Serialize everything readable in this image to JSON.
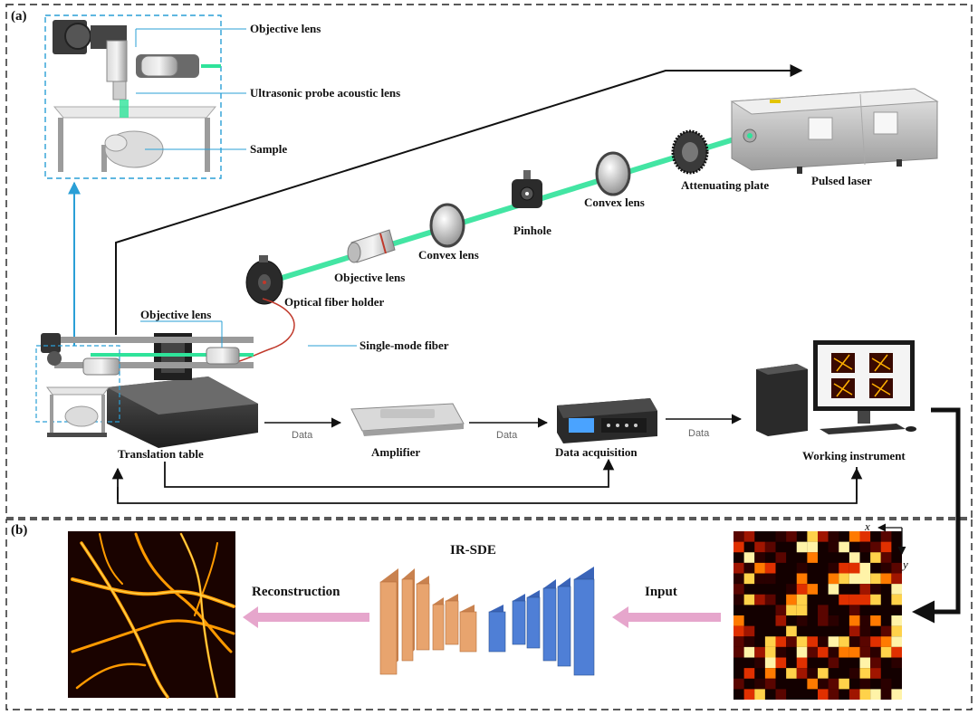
{
  "panels": {
    "a": "(a)",
    "b": "(b)"
  },
  "inset": {
    "objective_lens": "Objective lens",
    "acoustic_lens": "Ultrasonic probe acoustic lens",
    "sample": "Sample"
  },
  "optics": {
    "pulsed_laser": "Pulsed laser",
    "attenuating_plate": "Attenuating plate",
    "convex_lens_right": "Convex lens",
    "pinhole": "Pinhole",
    "convex_lens_left": "Convex lens",
    "objective_lens": "Objective lens",
    "fiber_holder": "Optical fiber holder",
    "single_mode_fiber": "Single-mode fiber",
    "objective_lens_stage": "Objective lens"
  },
  "chain": {
    "translation_table": "Translation table",
    "amplifier": "Amplifier",
    "data_acquisition": "Data  acquisition",
    "working_instrument": "Working instrument",
    "data_1": "Data",
    "data_2": "Data",
    "data_3": "Data"
  },
  "network": {
    "title": "IR-SDE",
    "reconstruction": "Reconstruction",
    "input": "Input",
    "axis_x": "x",
    "axis_y": "y"
  },
  "colors": {
    "beam": "#2fe39a",
    "cyan_frame": "#2a9fd6",
    "encoder": "#e8a46e",
    "decoder": "#4f7fd6",
    "pink_arrow": "#e6a6cc",
    "vessel": "#ffb000"
  }
}
